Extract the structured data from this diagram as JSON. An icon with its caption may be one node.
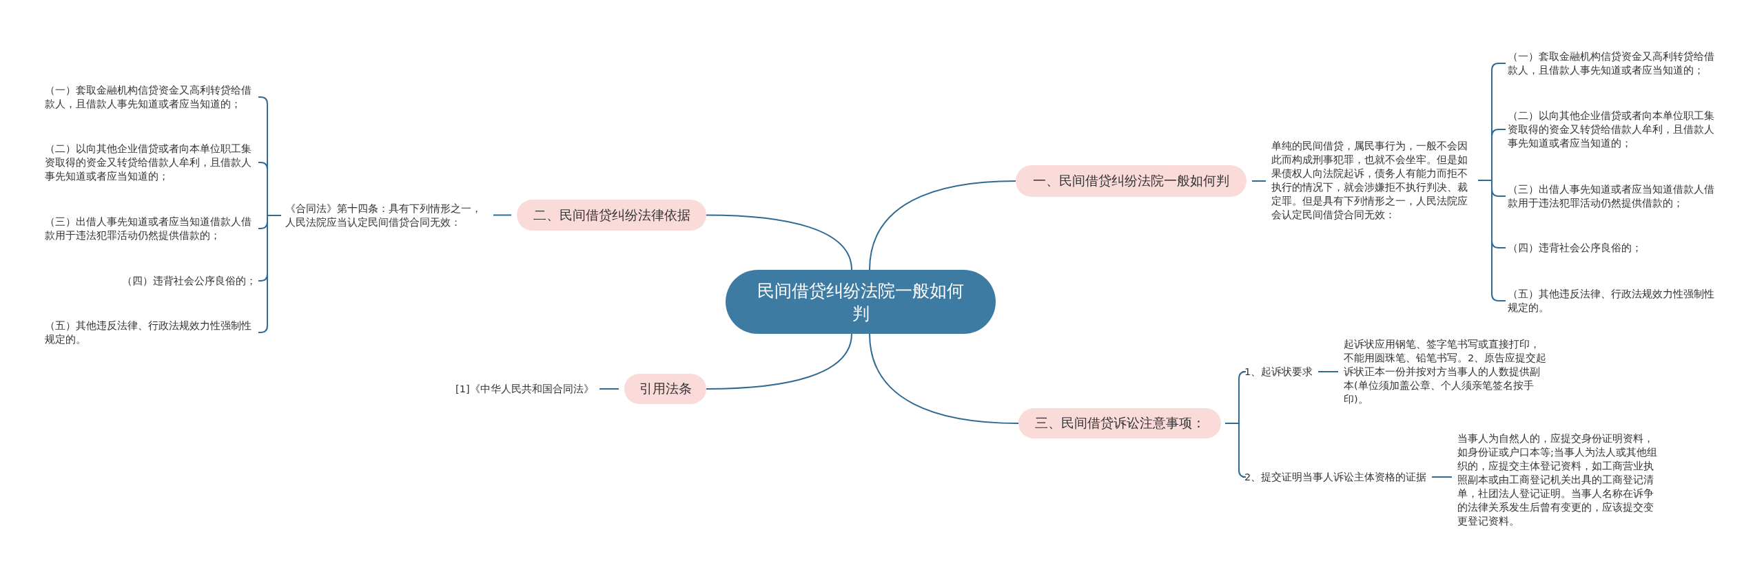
{
  "diagram": {
    "nodes": [
      {
        "text": [
          "民间借贷纠纷法院一般如何判"
        ]
      },
      {
        "text": [
          "一、民间借贷纠纷法院一般如何判"
        ]
      },
      {
        "text": [
          "单纯的民间借贷，属民事行为，一般不会因此而构成刑事犯罪，也就不会坐牢。但是如果债权人向法院起诉，债务人有能力而拒不执行的情况下，就会涉嫌拒不执行判决、裁定罪。但是具有下列情形之一，人民法院应会认定民间借贷合同无效："
        ]
      },
      {
        "text": [
          "（一）套取金融机构信贷资金又高利转贷给借款人，且借款人事先知道或者应当知道的；"
        ]
      },
      {
        "text": [
          "（二）以向其他企业借贷或者向本单位职工集资取得的资金又转贷给借款人牟利，且借款人事先知道或者应当知道的；"
        ]
      },
      {
        "text": [
          "（三）出借人事先知道或者应当知道借款人借款用于违法犯罪活动仍然提供借款的；"
        ]
      },
      {
        "text": [
          "（四）违背社会公序良俗的；"
        ]
      },
      {
        "text": [
          "（五）其他违反法律、行政法规效力性强制性规定的。"
        ]
      },
      {
        "text": [
          "二、民间借贷纠纷法律依据"
        ]
      },
      {
        "text": [
          "《合同法》第十四条：具有下列情形之一，人民法院应当认定民间借贷合同无效："
        ]
      },
      {
        "text": [
          "（一）套取金融机构信贷资金又高利转贷给借款人，且借款人事先知道或者应当知道的；"
        ]
      },
      {
        "text": [
          "（二）以向其他企业借贷或者向本单位职工集资取得的资金又转贷给借款人牟利，且借款人事先知道或者应当知道的；"
        ]
      },
      {
        "text": [
          "（三）出借人事先知道或者应当知道借款人借款用于违法犯罪活动仍然提供借款的；"
        ]
      },
      {
        "text": [
          "（四）违背社会公序良俗的；"
        ]
      },
      {
        "text": [
          "（五）其他违反法律、行政法规效力性强制性规定的。"
        ]
      },
      {
        "text": [
          "引用法条"
        ]
      },
      {
        "text": [
          "[1]《中华人民共和国合同法》"
        ]
      },
      {
        "text": [
          "三、民间借贷诉讼注意事项："
        ]
      },
      {
        "text": [
          "1、起诉状要求"
        ]
      },
      {
        "text": [
          "起诉状应用钢笔、签字笔书写或直接打印，不能用圆珠笔、铅笔书写。2、原告应提交起诉状正本一份并按对方当事人的人数提供副本(单位须加盖公章、个人须亲笔签名按手印)。"
        ]
      },
      {
        "text": [
          "2、提交证明当事人诉讼主体资格的证据"
        ]
      },
      {
        "text": [
          "当事人为自然人的，应提交身份证明资料，如身份证或户口本等;当事人为法人或其他组织的，应提交主体登记资料，如工商营业执照副本或由工商登记机关出具的工商登记清单，社团法人登记证明。当事人名称在诉争的法律关系发生后曾有变更的，应该提交变更登记资料。"
        ]
      }
    ],
    "edges": [
      {
        "from": 0,
        "to": 1,
        "arrow": "none"
      },
      {
        "from": 1,
        "to": 2,
        "arrow": "none"
      },
      {
        "from": 2,
        "to": 3,
        "arrow": "none"
      },
      {
        "from": 2,
        "to": 4,
        "arrow": "none"
      },
      {
        "from": 2,
        "to": 5,
        "arrow": "none"
      },
      {
        "from": 2,
        "to": 6,
        "arrow": "none"
      },
      {
        "from": 2,
        "to": 7,
        "arrow": "none"
      },
      {
        "from": 0,
        "to": 8,
        "arrow": "none"
      },
      {
        "from": 8,
        "to": 9,
        "arrow": "none"
      },
      {
        "from": 9,
        "to": 10,
        "arrow": "none"
      },
      {
        "from": 9,
        "to": 11,
        "arrow": "none"
      },
      {
        "from": 9,
        "to": 12,
        "arrow": "none"
      },
      {
        "from": 9,
        "to": 13,
        "arrow": "none"
      },
      {
        "from": 9,
        "to": 14,
        "arrow": "none"
      },
      {
        "from": 0,
        "to": 15,
        "arrow": "none"
      },
      {
        "from": 15,
        "to": 16,
        "arrow": "none"
      },
      {
        "from": 0,
        "to": 17,
        "arrow": "none"
      },
      {
        "from": 17,
        "to": 18,
        "arrow": "none"
      },
      {
        "from": 18,
        "to": 19,
        "arrow": "none"
      },
      {
        "from": 17,
        "to": 20,
        "arrow": "none"
      },
      {
        "from": 20,
        "to": 21,
        "arrow": "none"
      }
    ]
  }
}
